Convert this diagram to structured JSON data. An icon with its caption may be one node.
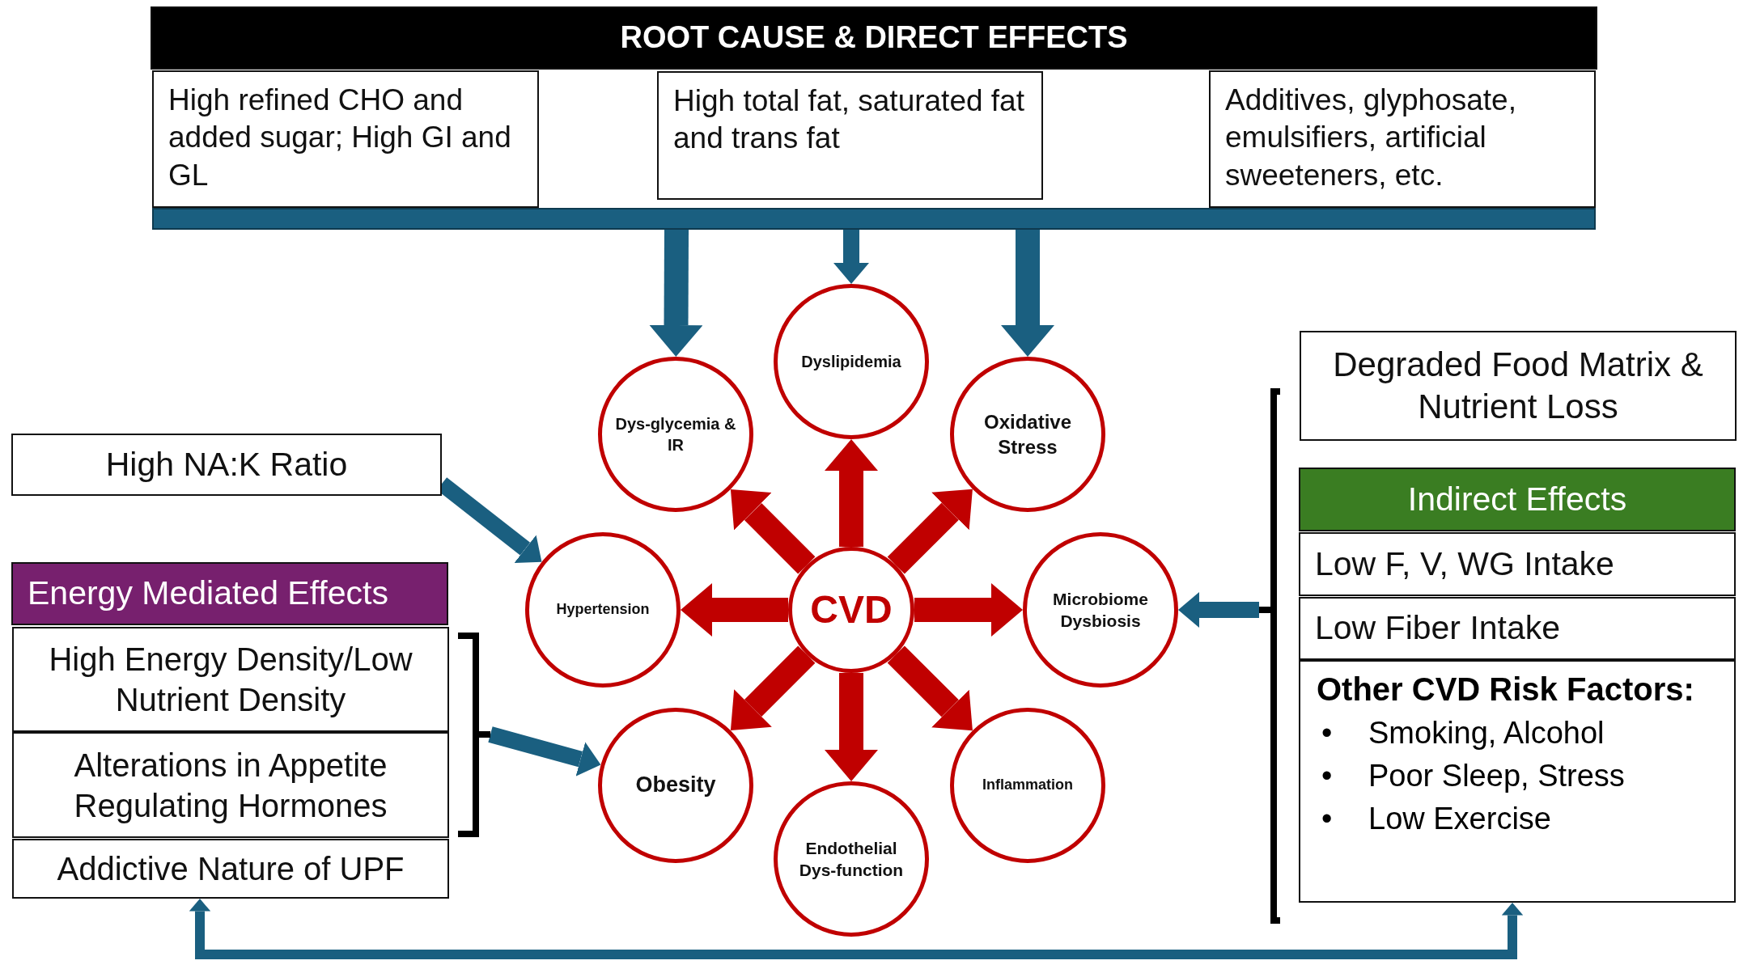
{
  "diagram": {
    "nodes": [
      {
        "text": [
          "ROOT CAUSE & DIRECT EFFECTS"
        ]
      },
      {
        "text": [
          "High refined CHO and added sugar; High GI and GL"
        ]
      },
      {
        "text": [
          "High total fat, saturated fat and trans fat"
        ]
      },
      {
        "text": [
          "Additives, glyphosate, emulsifiers, artificial sweeteners, etc."
        ]
      },
      {
        "text": [],
        "shape": "bar"
      },
      {
        "text": [
          "Dyslipidemia"
        ]
      },
      {
        "text": [
          "Dys-glycemia & IR"
        ]
      },
      {
        "text": [
          "Oxidative Stress"
        ]
      },
      {
        "text": [
          "Hypertension"
        ]
      },
      {
        "text": [
          "CVD"
        ]
      },
      {
        "text": [
          "Microbiome Dysbiosis"
        ]
      },
      {
        "text": [
          "Obesity"
        ]
      },
      {
        "text": [
          "Inflammation"
        ]
      },
      {
        "text": [
          "Endothelial Dys-function"
        ]
      },
      {
        "text": [
          "High NA:K Ratio"
        ]
      },
      {
        "text": [
          "Energy Mediated Effects"
        ]
      },
      {
        "text": [
          "High Energy Density/Low Nutrient Density"
        ]
      },
      {
        "text": [
          "Alterations in Appetite Regulating Hormones"
        ]
      },
      {
        "text": [
          "Addictive Nature of UPF"
        ]
      },
      {
        "text": [
          "Degraded Food Matrix & Nutrient Loss"
        ]
      },
      {
        "text": [
          "Indirect Effects"
        ]
      },
      {
        "text": [
          "Low F, V, WG Intake"
        ]
      },
      {
        "text": [
          "Low Fiber Intake"
        ]
      },
      {
        "text": [
          "Other CVD Risk Factors:",
          "•",
          "Smoking, Alcohol",
          "•",
          "Poor Sleep, Stress",
          "•",
          "Low Exercise"
        ]
      },
      {
        "text": [],
        "shape": "bracket"
      },
      {
        "text": [],
        "shape": "bracket"
      }
    ],
    "edges": [
      {
        "from": 4,
        "to": 6,
        "arrow": "to",
        "color": "#1a5f80"
      },
      {
        "from": 4,
        "to": 5,
        "arrow": "to",
        "color": "#1a5f80"
      },
      {
        "from": 4,
        "to": 7,
        "arrow": "to",
        "color": "#1a5f80"
      },
      {
        "from": 9,
        "to": 5,
        "arrow": "to",
        "color": "#c00000"
      },
      {
        "from": 9,
        "to": 7,
        "arrow": "to",
        "color": "#c00000"
      },
      {
        "from": 9,
        "to": 10,
        "arrow": "to",
        "color": "#c00000"
      },
      {
        "from": 9,
        "to": 12,
        "arrow": "to",
        "color": "#c00000"
      },
      {
        "from": 9,
        "to": 13,
        "arrow": "to",
        "color": "#c00000"
      },
      {
        "from": 9,
        "to": 11,
        "arrow": "to",
        "color": "#c00000"
      },
      {
        "from": 9,
        "to": 8,
        "arrow": "to",
        "color": "#c00000"
      },
      {
        "from": 9,
        "to": 6,
        "arrow": "to",
        "color": "#c00000"
      },
      {
        "from": 14,
        "to": 8,
        "arrow": "to",
        "color": "#1a5f80"
      },
      {
        "from": 24,
        "to": 11,
        "arrow": "to",
        "color": "#1a5f80"
      },
      {
        "from": 25,
        "to": 10,
        "arrow": "to",
        "color": "#1a5f80"
      },
      {
        "from": 18,
        "to": 23,
        "arrow": "both",
        "color": "#1a5f80"
      }
    ]
  }
}
